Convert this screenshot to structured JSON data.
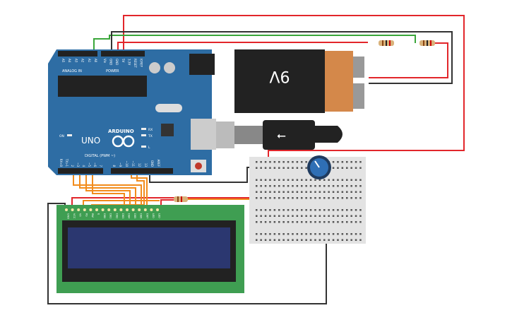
{
  "arduino": {
    "brand": "ARDUINO",
    "model": "UNO",
    "analog_header": "ANALOG IN",
    "analog_pins": [
      "A5",
      "A4",
      "A3",
      "A2",
      "A1",
      "A0"
    ],
    "power_header": "POWER",
    "power_pins": [
      "Vin",
      "GND",
      "GND",
      "5V",
      "3.3V",
      "RESET",
      "IOREF"
    ],
    "digital_header": "DIGITAL (PWM ~)",
    "digital_pins": [
      "RX<0",
      "TX>1",
      "2",
      "~3",
      "4",
      "~5",
      "~6",
      "7",
      "8",
      "~9",
      "~10",
      "~11",
      "12",
      "13",
      "GND",
      "AREF"
    ],
    "leds": [
      "RX",
      "TX",
      "L",
      "ON"
    ]
  },
  "battery": {
    "label": "9V"
  },
  "lcd": {
    "pins": [
      "GND",
      "VCC",
      "V0",
      "RS",
      "RW",
      "E",
      "DB0",
      "DB1",
      "DB2",
      "DB3",
      "DB4",
      "DB5",
      "DB6",
      "DB7",
      "LED",
      "LED"
    ]
  },
  "colors": {
    "arduino_board": "#2e6da4",
    "lcd_board": "#3f9e52",
    "lcd_screen": "#2b3770",
    "wire_red": "#e2262b",
    "wire_black": "#333333",
    "wire_green": "#3aa63a",
    "wire_orange": "#f28c1c",
    "breadboard": "#e3e3e3",
    "pot_knob": "#2f6fb5"
  }
}
